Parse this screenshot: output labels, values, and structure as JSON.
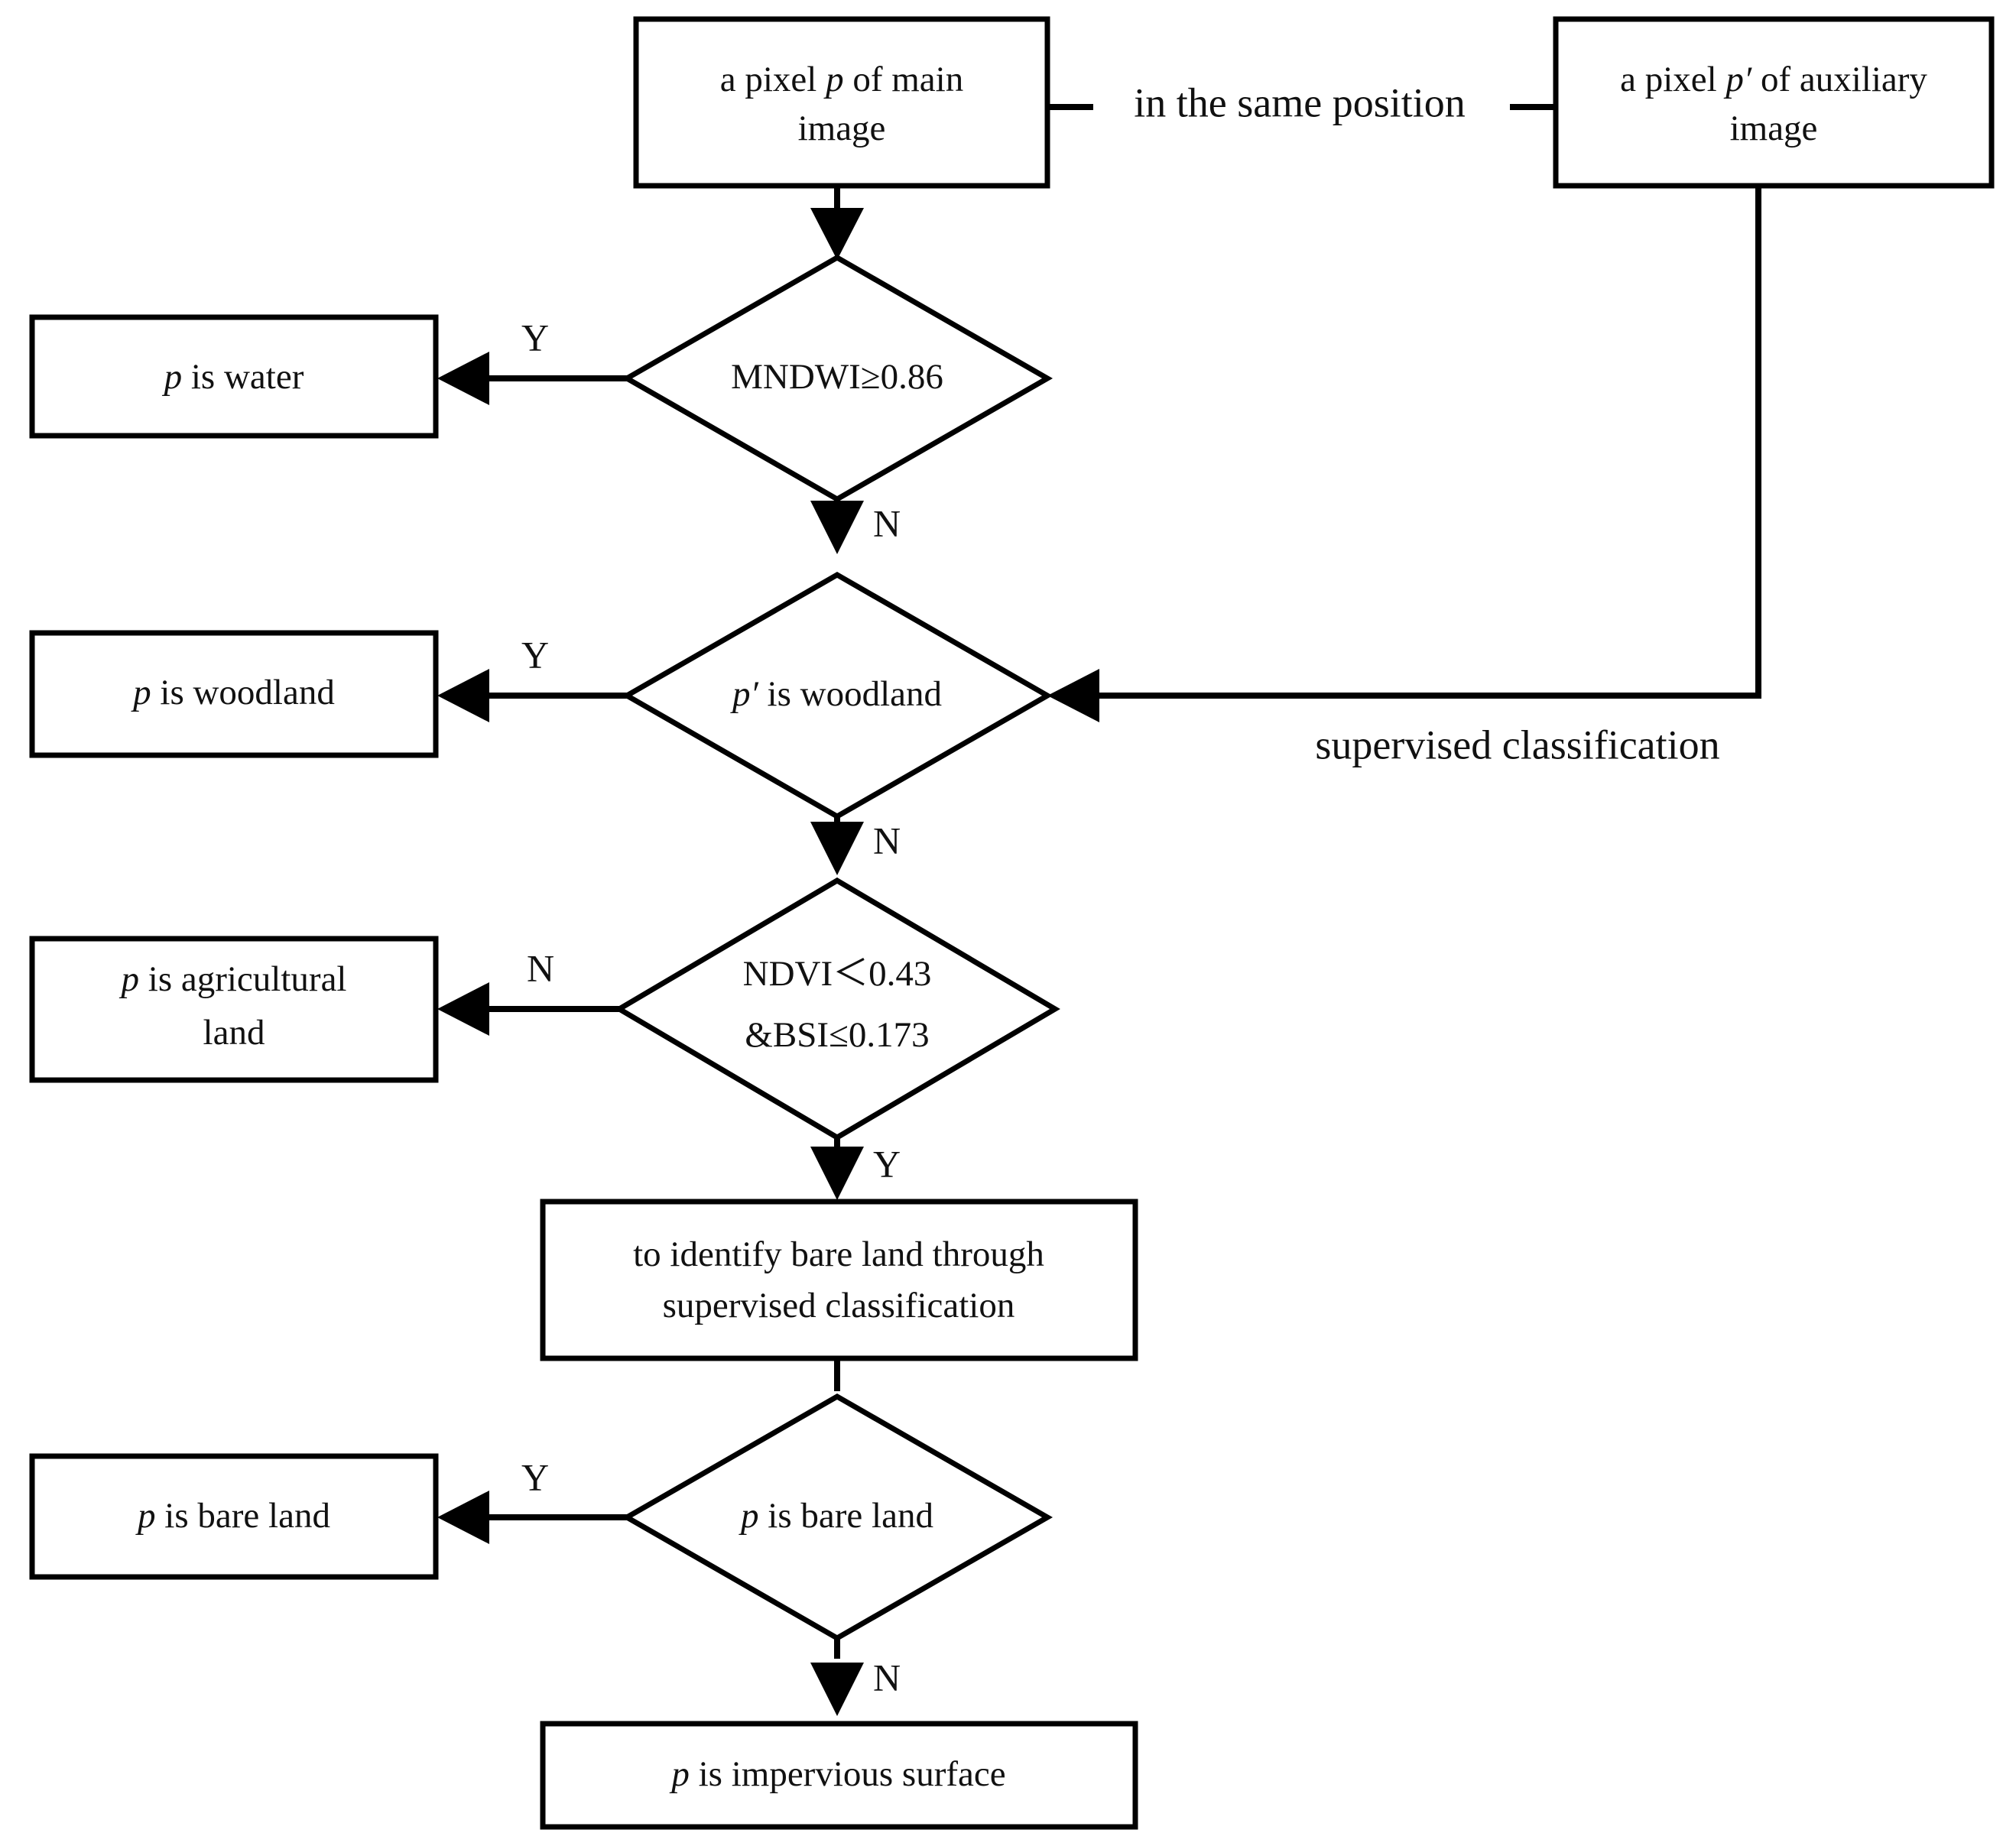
{
  "diagram": {
    "type": "flowchart",
    "title": "",
    "background_color": "#ffffff",
    "line_color": "#000000",
    "text_color": "#111111"
  },
  "nodes": {
    "main_pixel": {
      "shape": "process",
      "line1": "a pixel p of main",
      "line2": "image",
      "italic_token": "p"
    },
    "aux_pixel": {
      "shape": "process",
      "line1": "a pixel p′ of auxiliary",
      "line2": "image",
      "italic_token": "p′"
    },
    "mndwi": {
      "shape": "decision",
      "line1": "MNDWI≥0.86"
    },
    "water": {
      "shape": "process",
      "line1": "p is water"
    },
    "woodland_test": {
      "shape": "decision",
      "line1": "p′is woodland"
    },
    "woodland": {
      "shape": "process",
      "line1": "p is woodland"
    },
    "ndvi_bsi": {
      "shape": "decision",
      "line1": "NDVI＜0.43",
      "line2": "&BSI≤0.173"
    },
    "agricultural": {
      "shape": "process",
      "line1": "p is agricultural",
      "line2": "land"
    },
    "identify_bare": {
      "shape": "process",
      "line1": "to identify bare land through",
      "line2": "supervised classification"
    },
    "bare_test": {
      "shape": "decision",
      "line1": "p is bare land"
    },
    "bare": {
      "shape": "process",
      "line1": "p is bare land"
    },
    "impervious": {
      "shape": "process",
      "line1": "p is impervious surface"
    }
  },
  "edge_labels": {
    "same_position": "in the same position",
    "supervised_classification": "supervised classification",
    "mndwi_yes": "Y",
    "mndwi_no": "N",
    "woodland_yes": "Y",
    "woodland_no": "N",
    "ndvi_no": "N",
    "ndvi_yes": "Y",
    "bare_yes": "Y",
    "bare_no": "N"
  },
  "flow_data": {
    "steps": [
      {
        "from": "main_pixel",
        "to": "mndwi",
        "label": ""
      },
      {
        "from": "main_pixel",
        "to": "aux_pixel",
        "label": "in the same position"
      },
      {
        "from": "mndwi",
        "to": "water",
        "label": "Y"
      },
      {
        "from": "mndwi",
        "to": "woodland_test",
        "label": "N"
      },
      {
        "from": "aux_pixel",
        "to": "woodland_test",
        "label": "supervised classification"
      },
      {
        "from": "woodland_test",
        "to": "woodland",
        "label": "Y"
      },
      {
        "from": "woodland_test",
        "to": "ndvi_bsi",
        "label": "N"
      },
      {
        "from": "ndvi_bsi",
        "to": "agricultural",
        "label": "N"
      },
      {
        "from": "ndvi_bsi",
        "to": "identify_bare",
        "label": "Y"
      },
      {
        "from": "identify_bare",
        "to": "bare_test",
        "label": ""
      },
      {
        "from": "bare_test",
        "to": "bare",
        "label": "Y"
      },
      {
        "from": "bare_test",
        "to": "impervious",
        "label": "N"
      }
    ]
  }
}
